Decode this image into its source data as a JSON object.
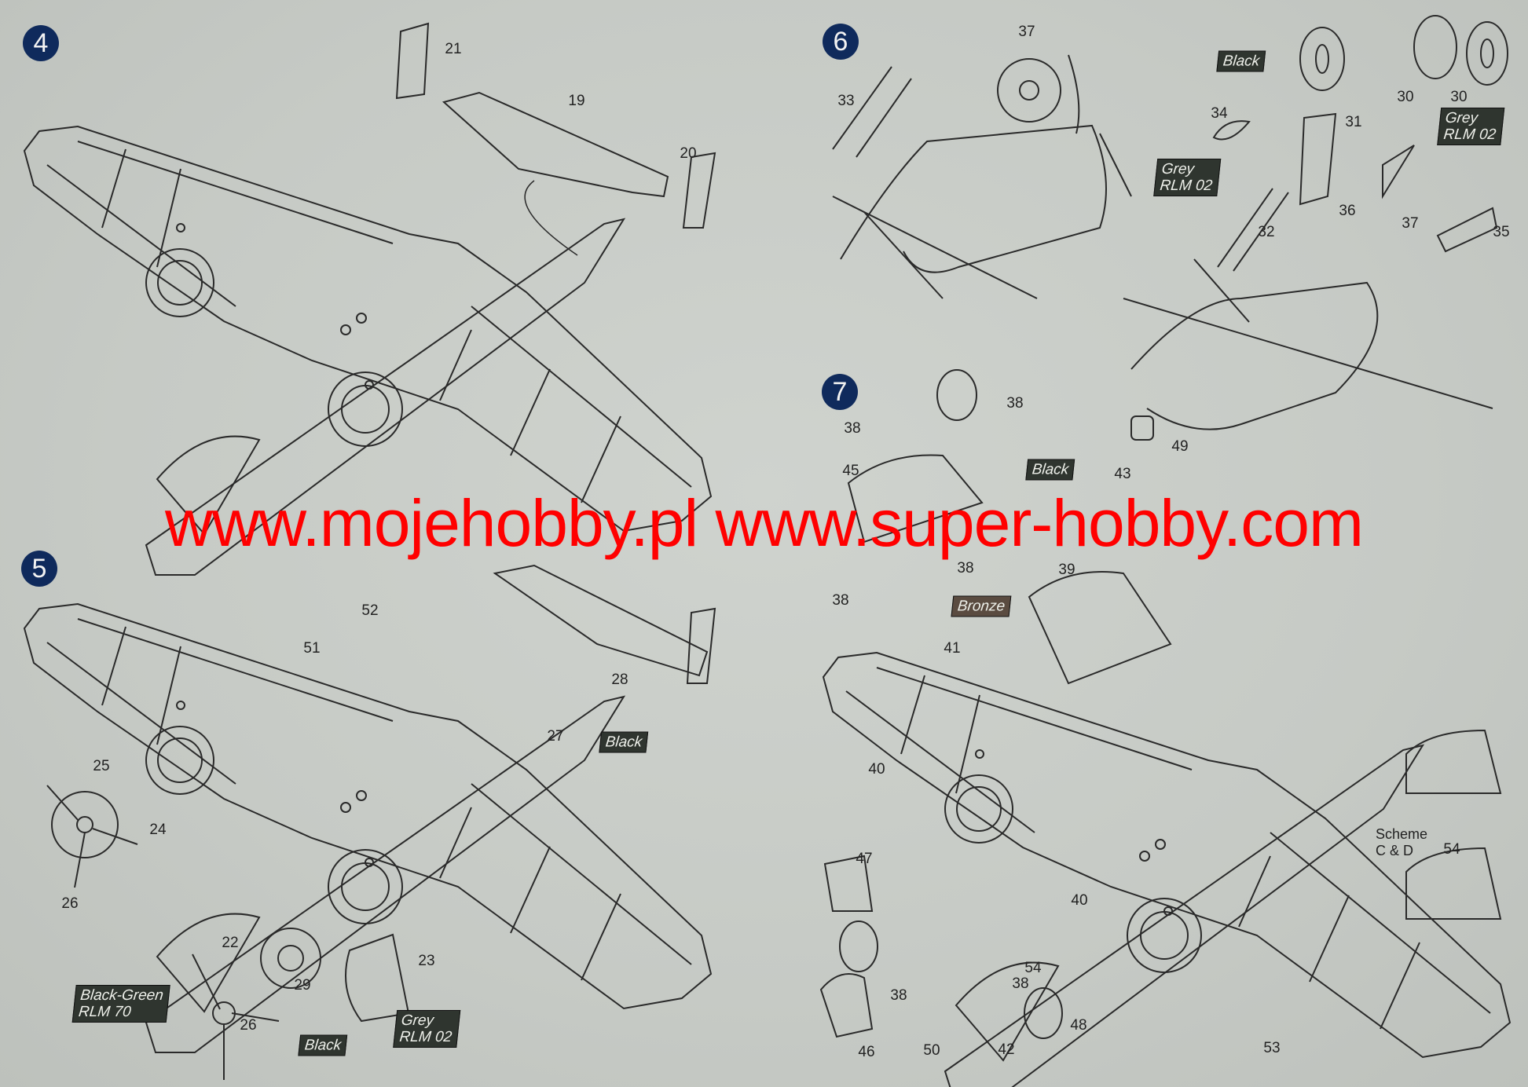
{
  "steps": {
    "s4": "4",
    "s5": "5",
    "s6": "6",
    "s7": "7"
  },
  "step4": {
    "p21": "21",
    "p19": "19",
    "p20": "20"
  },
  "step5": {
    "p52": "52",
    "p51": "51",
    "p28": "28",
    "p27": "27",
    "black_a": "Black",
    "p25": "25",
    "p24": "24",
    "p26a": "26",
    "p22": "22",
    "p23": "23",
    "p29": "29",
    "p26b": "26",
    "black_green": "Black-Green",
    "rlm70": "RLM 70",
    "black_b": "Black",
    "grey": "Grey",
    "rlm02": "RLM 02"
  },
  "step6": {
    "p37a": "37",
    "p33": "33",
    "black": "Black",
    "p30a": "30",
    "p30b": "30",
    "p34": "34",
    "p31": "31",
    "grey_a": "Grey",
    "rlm02_a": "RLM 02",
    "grey_b": "Grey",
    "rlm02_b": "RLM 02",
    "p36": "36",
    "p37b": "37",
    "p32": "32",
    "p35": "35",
    "p49": "49"
  },
  "step7": {
    "p38a": "38",
    "p38b": "38",
    "p45": "45",
    "black": "Black",
    "p38c": "38",
    "p43": "43",
    "p39": "39",
    "p38d": "38",
    "bronze": "Bronze",
    "p41": "41",
    "p40a": "40",
    "scheme_line1": "Scheme",
    "scheme_line2": "C & D",
    "p54a": "54",
    "p47": "47",
    "p40b": "40",
    "p54b": "54",
    "p38e": "38",
    "p38f": "38",
    "p48": "48",
    "p46": "46",
    "p50": "50",
    "p42": "42",
    "p53": "53"
  },
  "watermark": "www.mojehobby.pl www.super-hobby.com",
  "colors": {
    "background": "#c8ccc7",
    "badge": "#0f2a5c",
    "watermark": "#ff0000",
    "paint_box": "#2f352f"
  }
}
